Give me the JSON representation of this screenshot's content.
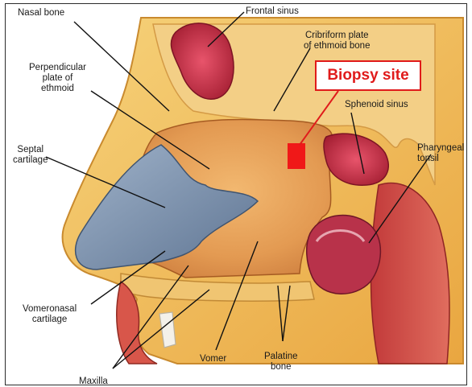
{
  "labels": {
    "nasal_bone": "Nasal bone",
    "frontal_sinus": "Frontal sinus",
    "cribriform": "Cribriform plate\nof ethmoid bone",
    "perpendicular": "Perpendicular\nplate of\nethmoid",
    "septal": "Septal\ncartilage",
    "sphenoid": "Sphenoid sinus",
    "pharyngeal": "Pharyngeal\ntonsil",
    "vomeronasal": "Vomeronasal\ncartilage",
    "vomer": "Vomer",
    "palatine": "Palatine\nbone",
    "maxilla": "Maxilla"
  },
  "callout": {
    "text": "Biopsy site",
    "color": "#e01b1b"
  }
}
